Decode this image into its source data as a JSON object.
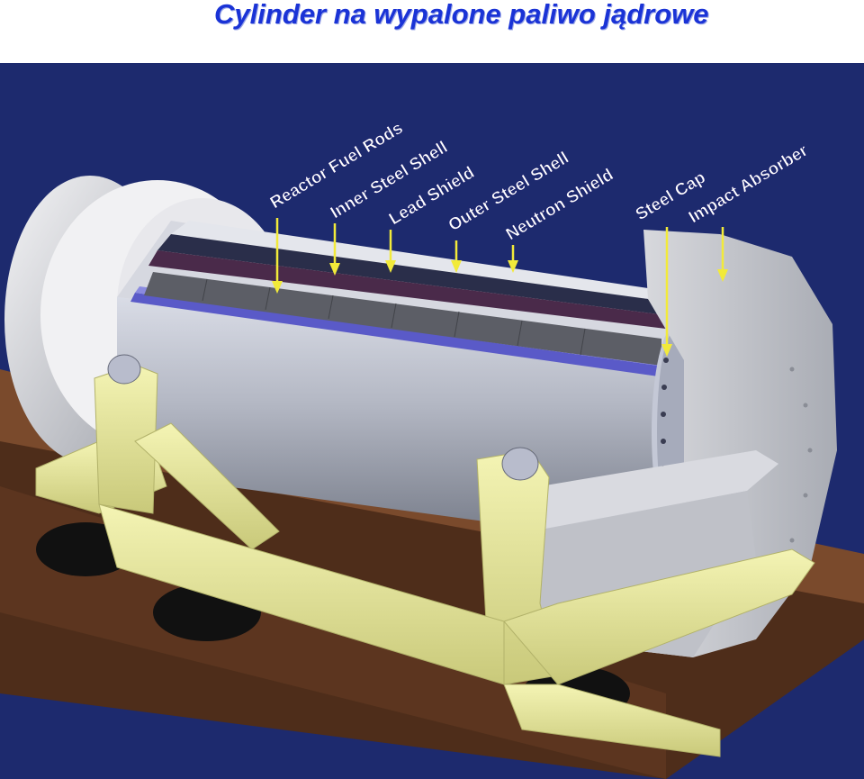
{
  "title": "Cylinder na wypalone paliwo jądrowe",
  "labels": {
    "reactor_fuel_rods": "Reactor Fuel Rods",
    "inner_steel_shell": "Inner Steel Shell",
    "lead_shield": "Lead Shield",
    "outer_steel_shell": "Outer Steel Shell",
    "neutron_shield": "Neutron Shield",
    "steel_cap": "Steel Cap",
    "impact_absorber": "Impact Absorber"
  },
  "colors": {
    "background": "#1d2a6e",
    "title": "#1a33d6",
    "label_text": "#ffffff",
    "pointer_arrow": "#f2ea3a",
    "cradle": "#eaea9c",
    "railcar": "#7a4a2c",
    "cask_steel": "#c8ccd6",
    "impact_absorber": "#e6e6e8",
    "fuel_rods": "#5c5e66",
    "lead_layer": "#4a2a4a",
    "blue_liner": "#5a5ac8",
    "rail_ties": "#e8c89a"
  }
}
